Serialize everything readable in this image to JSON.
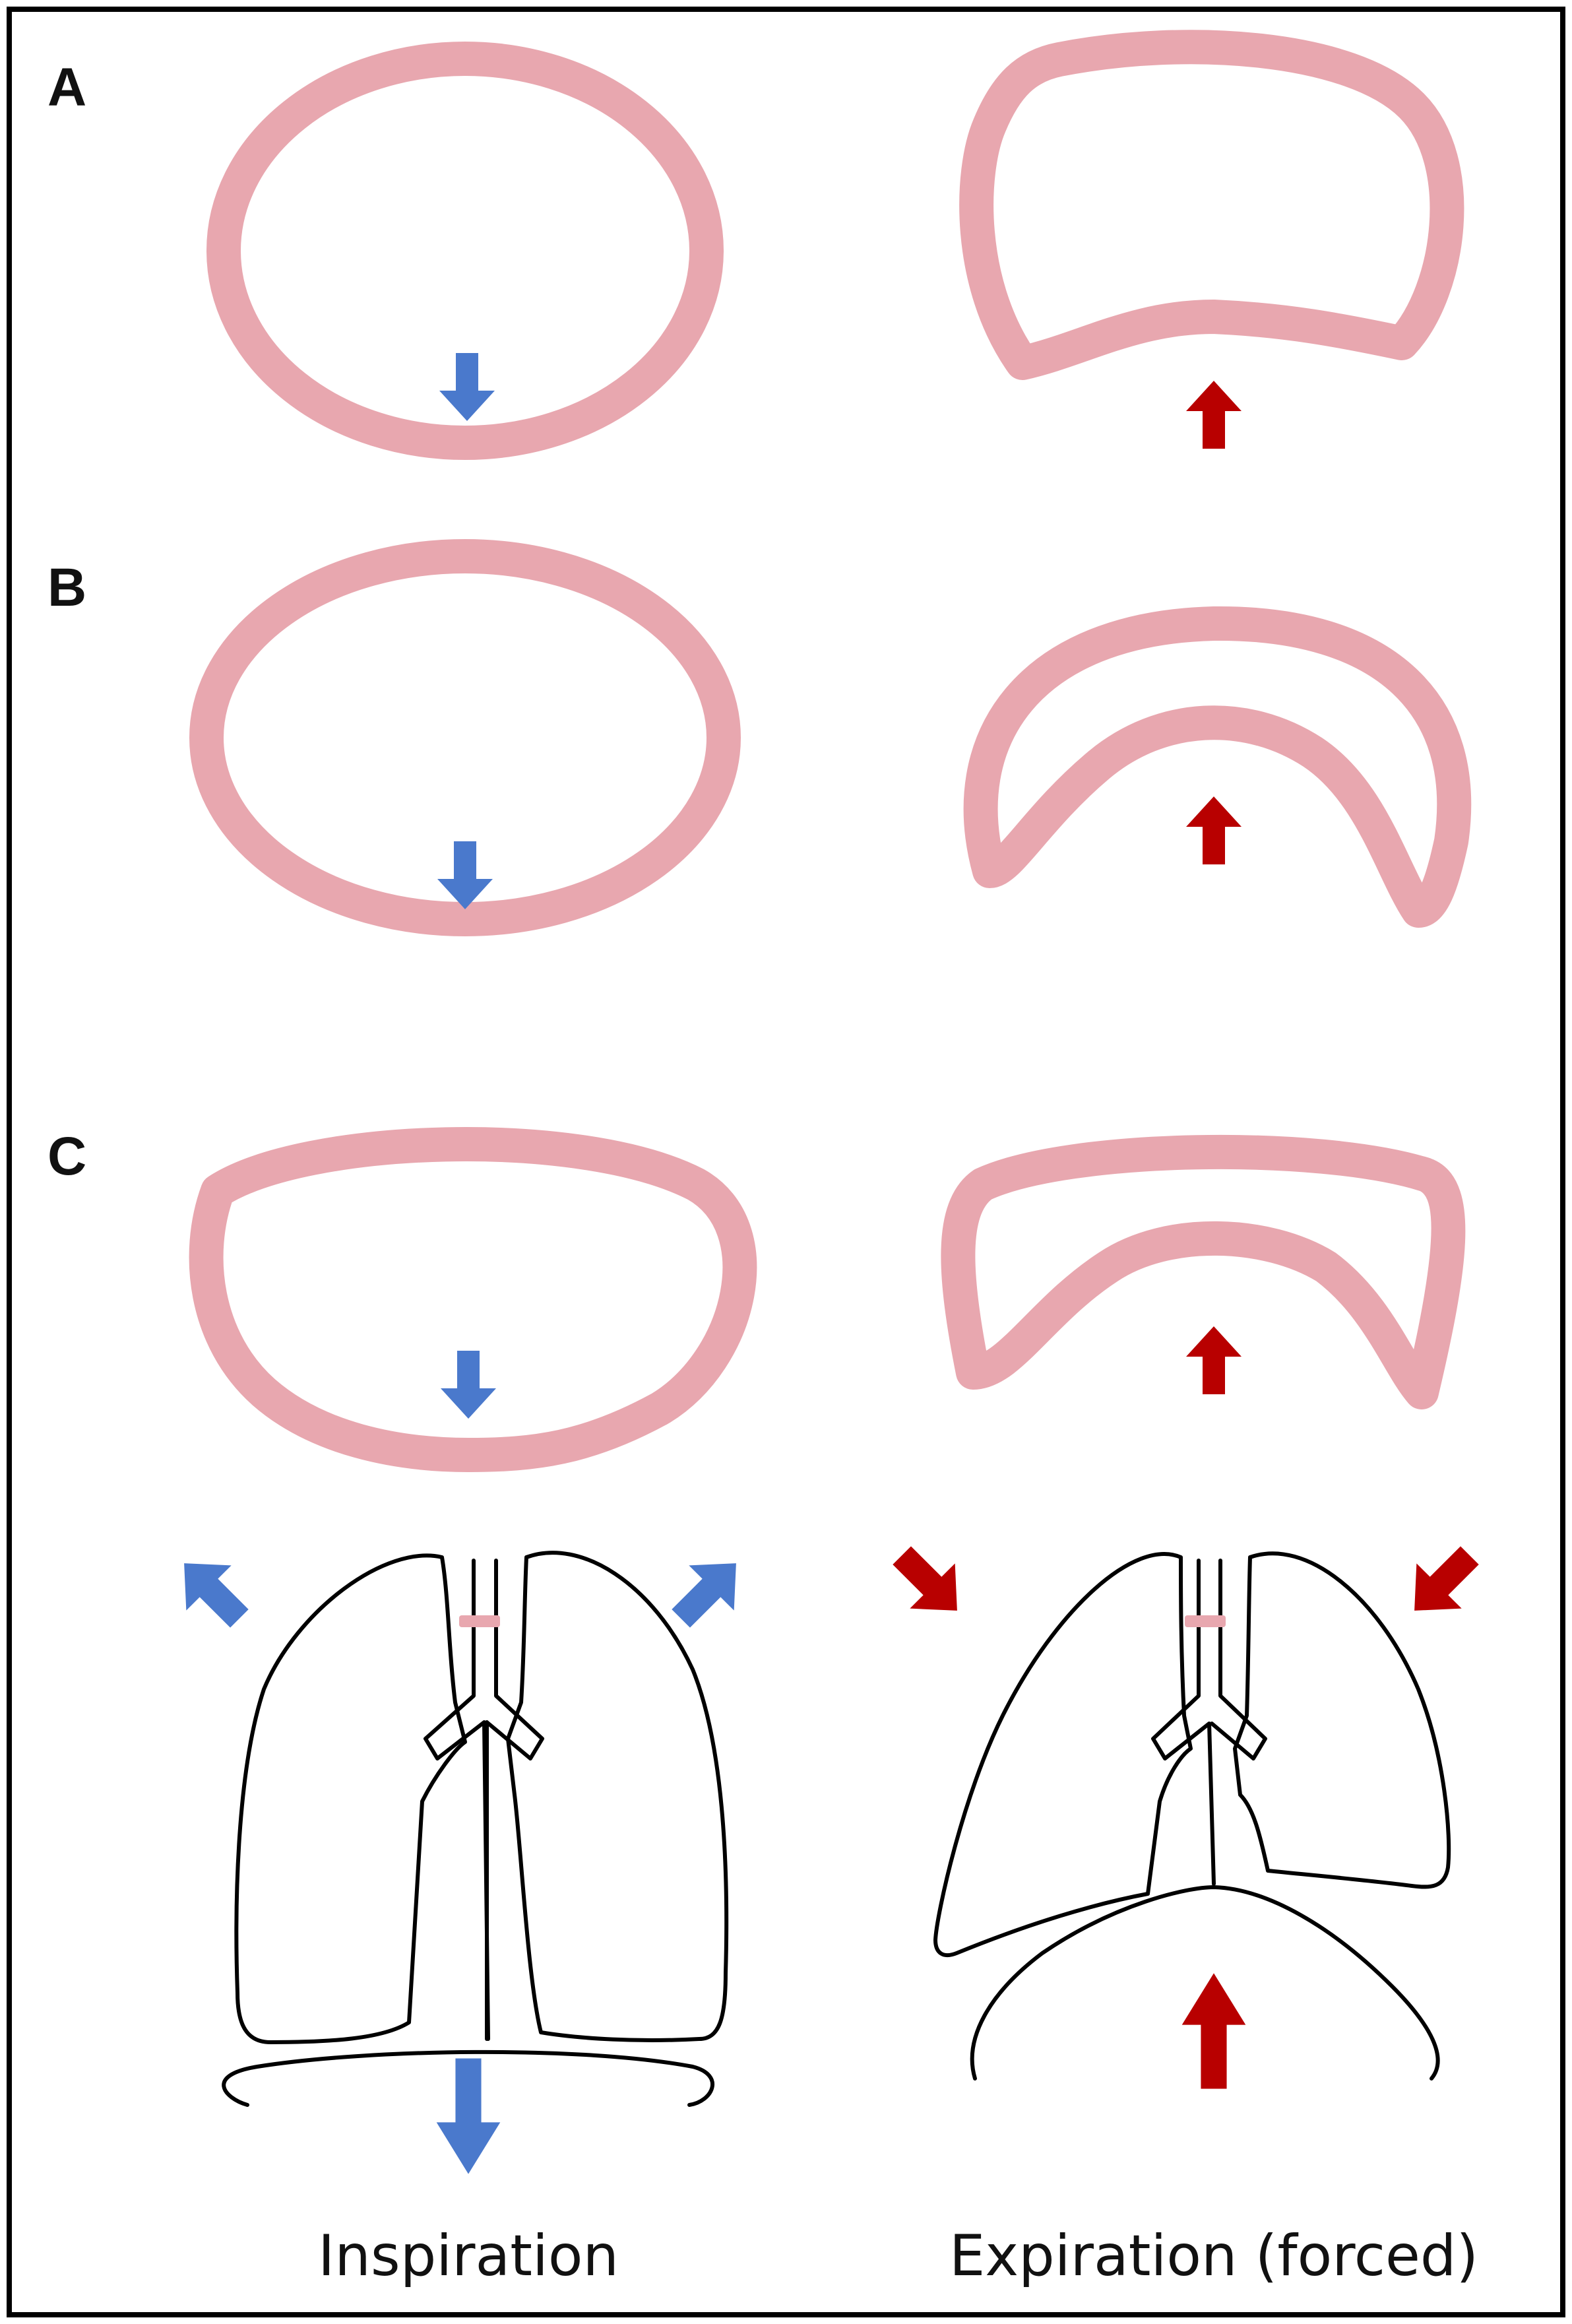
{
  "panels": [
    {
      "letter": "A"
    },
    {
      "letter": "B"
    },
    {
      "letter": "C"
    }
  ],
  "captions": {
    "left": "Inspiration",
    "right": "Expiration (forced)"
  },
  "colors": {
    "airway": "#E8A7AF",
    "inspiration_arrow": "#4A79CC",
    "expiration_arrow": "#B80000",
    "outline": "#000000",
    "border": "#000000"
  },
  "icons": {
    "inspiration_arrow": "arrow-blue-icon",
    "expiration_arrow": "arrow-red-icon"
  }
}
